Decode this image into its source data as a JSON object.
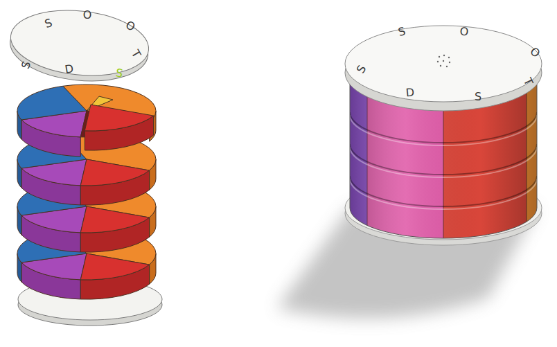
{
  "diagram": {
    "labels": [
      "S",
      "O",
      "O",
      "T",
      "S",
      "D",
      "S",
      "S",
      "O",
      "O",
      "T",
      "S",
      "D",
      "S"
    ]
  }
}
